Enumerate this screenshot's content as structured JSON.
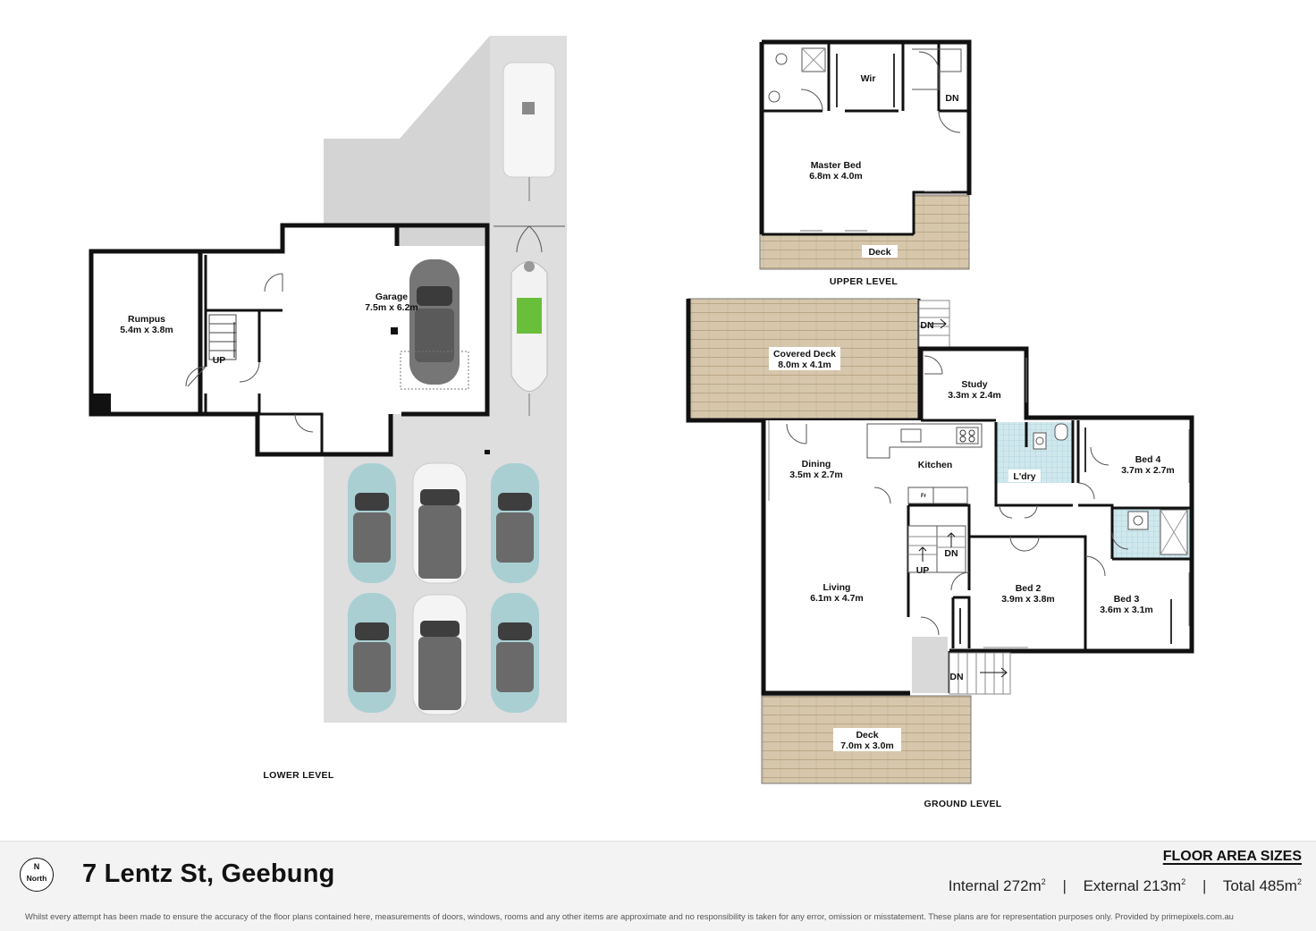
{
  "lower": {
    "title": "LOWER LEVEL",
    "rumpus": {
      "name": "Rumpus",
      "dims": "5.4m x 3.8m"
    },
    "garage": {
      "name": "Garage",
      "dims": "7.5m x 6.2m"
    },
    "up": "UP"
  },
  "upper": {
    "title": "UPPER LEVEL",
    "wir": "Wir",
    "master": {
      "name": "Master Bed",
      "dims": "6.8m x 4.0m"
    },
    "deck": "Deck",
    "dn": "DN"
  },
  "ground": {
    "title": "GROUND LEVEL",
    "covered_deck": {
      "name": "Covered Deck",
      "dims": "8.0m x 4.1m"
    },
    "study": {
      "name": "Study",
      "dims": "3.3m x 2.4m"
    },
    "dining": {
      "name": "Dining",
      "dims": "3.5m x 2.7m"
    },
    "kitchen": "Kitchen",
    "laundry": "L'dry",
    "bed4": {
      "name": "Bed 4",
      "dims": "3.7m x 2.7m"
    },
    "living": {
      "name": "Living",
      "dims": "6.1m x 4.7m"
    },
    "bed2": {
      "name": "Bed 2",
      "dims": "3.9m x 3.8m"
    },
    "bed3": {
      "name": "Bed 3",
      "dims": "3.6m x 3.1m"
    },
    "deck": {
      "name": "Deck",
      "dims": "7.0m x 3.0m"
    },
    "fr": "Fr",
    "dn1": "DN",
    "dn2": "DN",
    "dn3": "DN",
    "up": "UP"
  },
  "footer": {
    "compass_n": "N",
    "compass_word": "North",
    "address": "7 Lentz St, Geebung",
    "heading": "FLOOR AREA SIZES",
    "internal": "Internal 272m",
    "external": "External 213m",
    "total": "Total 485m",
    "sup": "2",
    "separator": "|",
    "disclaimer": "Whilst every attempt has been made to ensure the accuracy of the floor plans contained here, measurements of doors, windows, rooms and any other items are approximate and no responsibility is taken for any error, omission or misstatement. These plans are for representation purposes only. Provided by primepixels.com.au"
  },
  "colors": {
    "deck": "#d6c7ac",
    "deck_line": "#b9a686",
    "driveway": "#dedede",
    "car_teal": "#a9cfd3",
    "car_white": "#f4f4f4",
    "car_body": "#6a6a6a",
    "tile": "#cfe8ee",
    "boat_green": "#6abf3a"
  }
}
